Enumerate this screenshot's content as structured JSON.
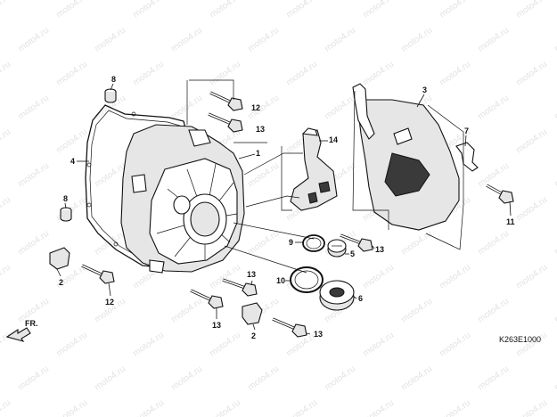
{
  "watermark": {
    "text": "moto4.ru"
  },
  "diagram_code": "K263E1000",
  "direction_label": "FR.",
  "callouts": [
    {
      "key": "c8a",
      "label": "8"
    },
    {
      "key": "c12a",
      "label": "12"
    },
    {
      "key": "c13a",
      "label": "13"
    },
    {
      "key": "c3",
      "label": "3"
    },
    {
      "key": "c7",
      "label": "7"
    },
    {
      "key": "c4",
      "label": "4"
    },
    {
      "key": "c1",
      "label": "1"
    },
    {
      "key": "c14",
      "label": "14"
    },
    {
      "key": "c8b",
      "label": "8"
    },
    {
      "key": "c11",
      "label": "11"
    },
    {
      "key": "c9",
      "label": "9"
    },
    {
      "key": "c5",
      "label": "5"
    },
    {
      "key": "c13b",
      "label": "13"
    },
    {
      "key": "c2a",
      "label": "2"
    },
    {
      "key": "c12b",
      "label": "12"
    },
    {
      "key": "c13c",
      "label": "13"
    },
    {
      "key": "c10",
      "label": "10"
    },
    {
      "key": "c6",
      "label": "6"
    },
    {
      "key": "c13d",
      "label": "13"
    },
    {
      "key": "c2b",
      "label": "2"
    },
    {
      "key": "c13e",
      "label": "13"
    }
  ]
}
